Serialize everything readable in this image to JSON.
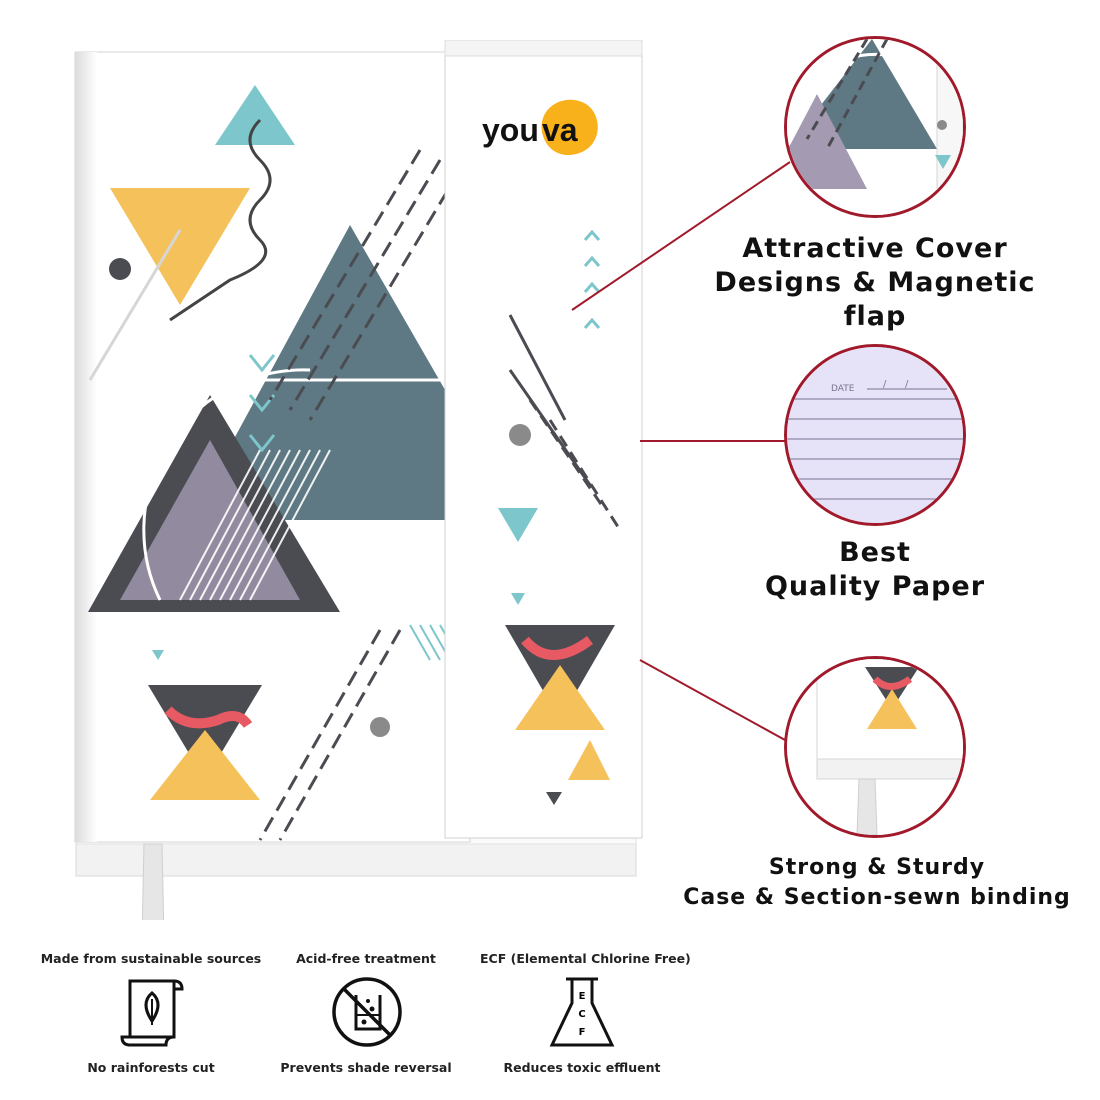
{
  "brand": {
    "name_prefix": "you",
    "name_suffix": "va",
    "accent_color": "#f9b11b"
  },
  "accent_color": "#a11a2b",
  "features": [
    {
      "line1": "Attractive Cover",
      "line2": "Designs & Magnetic flap"
    },
    {
      "line1": "Best",
      "line2": "Quality Paper"
    },
    {
      "line1": "Strong & Sturdy",
      "line2": "Case & Section-sewn binding"
    }
  ],
  "paper_zoom": {
    "date_label": "DATE"
  },
  "badges": [
    {
      "top": "Made from sustainable sources",
      "bottom": "No rainforests cut",
      "icon": "leaf-scroll-icon"
    },
    {
      "top": "Acid-free treatment",
      "bottom": "Prevents shade reversal",
      "icon": "no-beaker-icon"
    },
    {
      "top": "ECF (Elemental Chlorine Free)",
      "bottom": "Reduces toxic effluent",
      "icon": "ecf-flask-icon"
    }
  ],
  "ecf_icon_letters": [
    "E",
    "C",
    "F"
  ]
}
